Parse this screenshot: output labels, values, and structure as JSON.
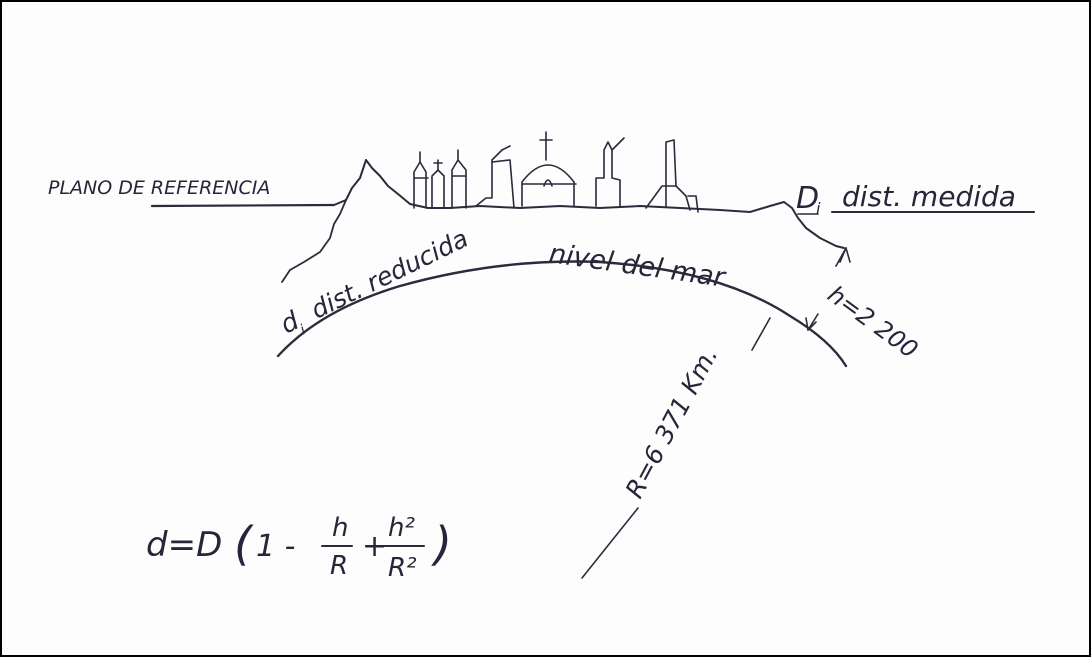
{
  "labels": {
    "plano_referencia": "PLANO DE REFERENCIA",
    "D_symbol": "D",
    "D_sub": "i",
    "dist_medida": "dist. medida",
    "d_symbol": "d",
    "d_sub": "i",
    "dist_reducida": "dist. reducida",
    "nivel_del_mar": "nivel del mar",
    "h_value": "h=2 200",
    "R_value": "R=6 371 Km."
  },
  "formula": {
    "lhs": "d=D",
    "open": "(",
    "one": "1 -",
    "frac1_num": "h",
    "frac1_den": "R",
    "plus": "+",
    "frac2_num": "h²",
    "frac2_den": "R²",
    "close": ")"
  },
  "colors": {
    "ink": "#2b2b3b",
    "paper": "#fdfdfd"
  }
}
